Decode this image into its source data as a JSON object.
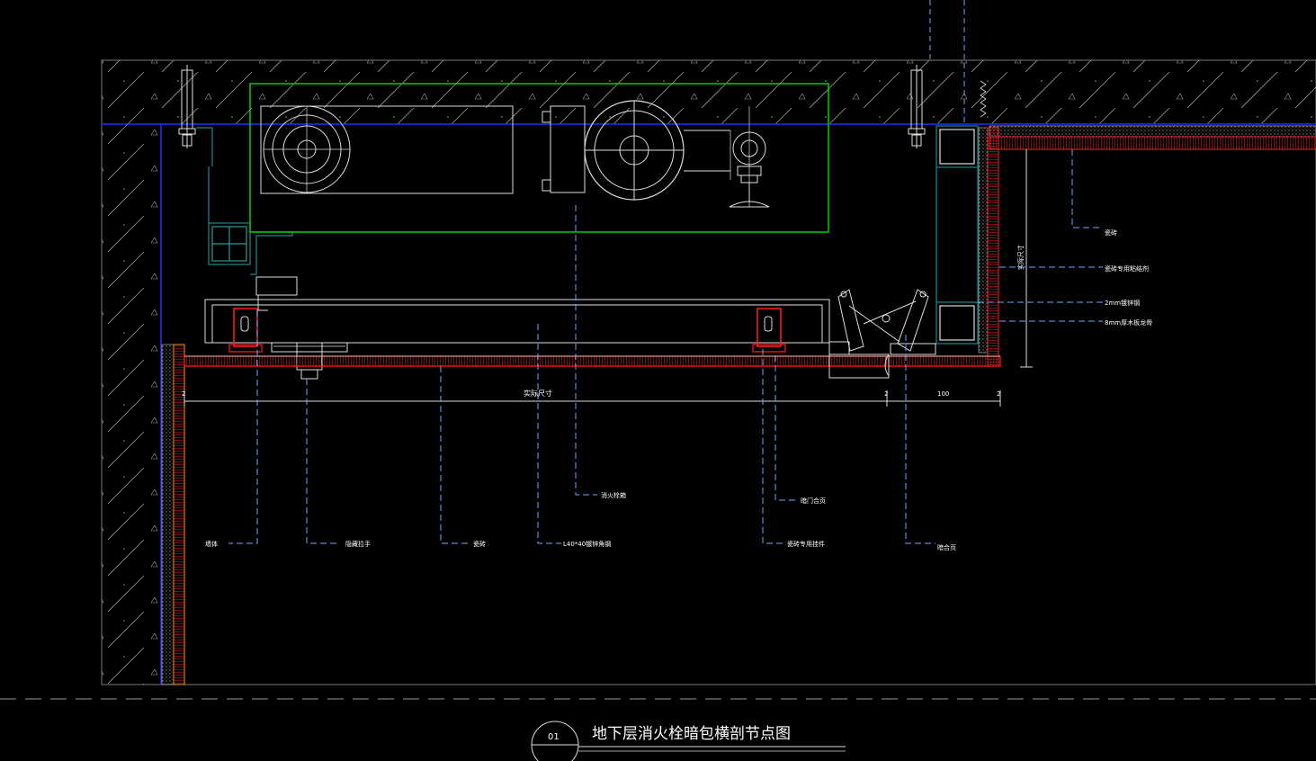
{
  "title": {
    "number": "01",
    "text": "地下层消火栓暗包横剖节点图"
  },
  "callouts_bottom": [
    {
      "id": "c1",
      "text": "墙体"
    },
    {
      "id": "c2",
      "text": "隐藏拉手"
    },
    {
      "id": "c3",
      "text": "瓷砖"
    },
    {
      "id": "c4",
      "text": "L40*40镀锌角钢"
    },
    {
      "id": "c5",
      "text": "消火栓箱"
    },
    {
      "id": "c6",
      "text": "暗门合页"
    },
    {
      "id": "c7",
      "text": "瓷砖专用挂件"
    },
    {
      "id": "c8",
      "text": "暗合页"
    }
  ],
  "callouts_right": [
    {
      "id": "r1",
      "text": "瓷砖"
    },
    {
      "id": "r2",
      "text": "瓷砖专用粘结剂"
    },
    {
      "id": "r3",
      "text": "2mm镀锌钢"
    },
    {
      "id": "r4",
      "text": "8mm厚木板龙骨"
    }
  ],
  "dimensions": {
    "main_label": "实际尺寸",
    "left_small": "2",
    "mid_small": "2",
    "gap_value": "100",
    "right_small": "2",
    "vertical_label": "实际尺寸"
  },
  "colors": {
    "background": "#000000",
    "cabinet_outline": "#00d000",
    "finish_layer": "#ff2020",
    "structure": "#2030ff",
    "leader": "#6fa8ff",
    "steel": "#1a8a8a"
  }
}
